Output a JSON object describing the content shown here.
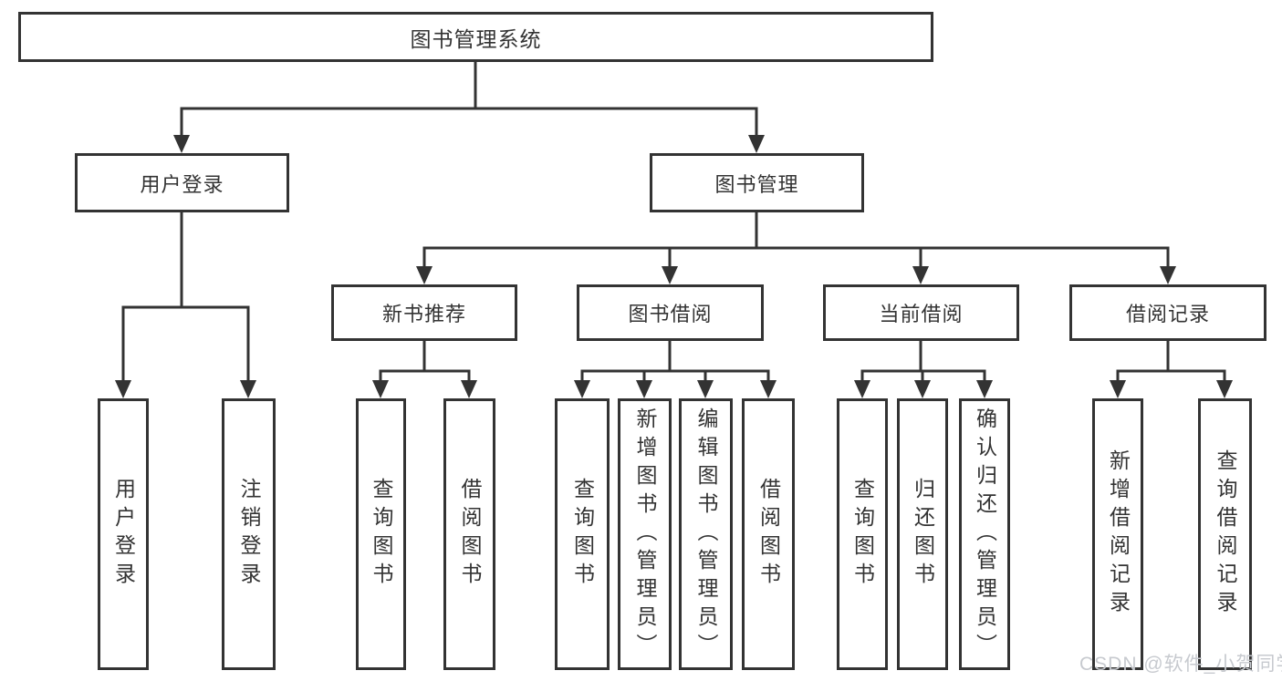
{
  "diagram": {
    "title": "图书管理系统",
    "level2": {
      "user_login": "用户登录",
      "book_mgmt": "图书管理"
    },
    "level3": {
      "new_book_rec": "新书推荐",
      "book_borrow": "图书借阅",
      "current_borrow": "当前借阅",
      "borrow_records": "借阅记录"
    },
    "leaves": {
      "user_login_leaf": "用户登录",
      "logout_leaf": "注销登录",
      "nb_query": "查询图书",
      "nb_borrow": "借阅图书",
      "bb_query": "查询图书",
      "bb_add": "新增图书（管理员）",
      "bb_edit": "编辑图书（管理员）",
      "bb_borrow": "借阅图书",
      "cb_query": "查询图书",
      "cb_return": "归还图书",
      "cb_confirm": "确认归还（管理员）",
      "br_add": "新增借阅记录",
      "br_query": "查询借阅记录"
    },
    "watermark": "CSDN @软件_小贺同学",
    "colors": {
      "line": "#333333",
      "text": "#333333",
      "watermark": "#c7cacf",
      "background": "#ffffff"
    }
  }
}
